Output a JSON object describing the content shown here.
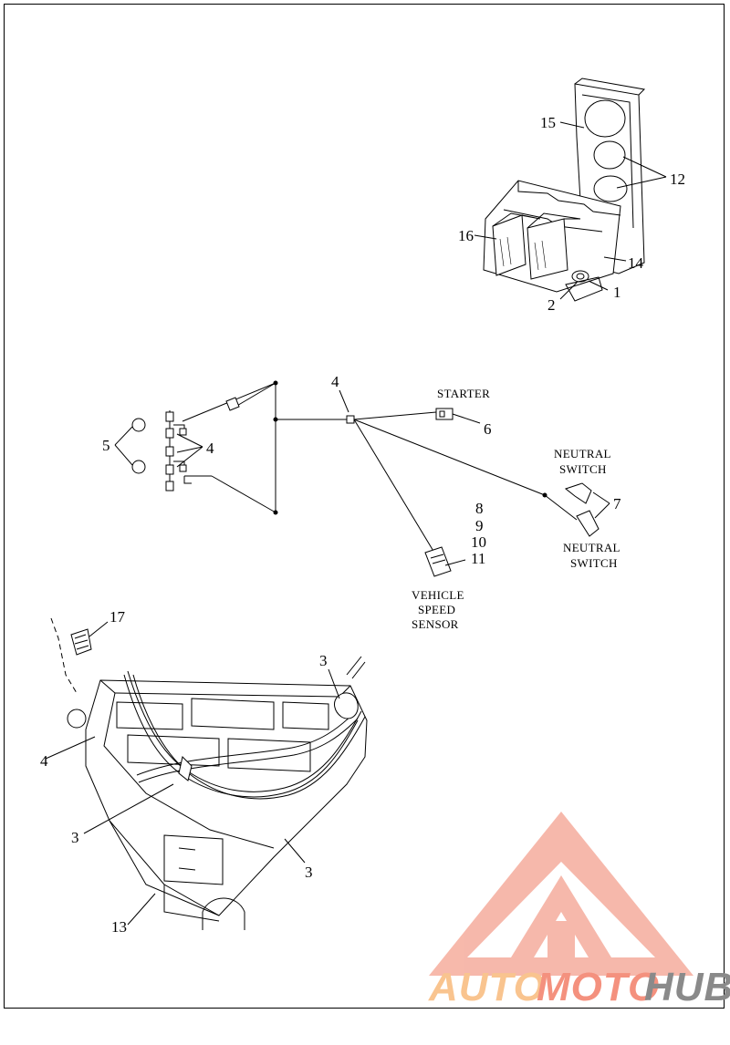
{
  "callouts": {
    "c1": "1",
    "c2": "2",
    "c3a": "3",
    "c3b": "3",
    "c3c": "3",
    "c4a": "4",
    "c4b": "4",
    "c4c": "4",
    "c5": "5",
    "c6": "6",
    "c7": "7",
    "c8": "8",
    "c9": "9",
    "c10": "10",
    "c11": "11",
    "c12": "12",
    "c13": "13",
    "c14": "14",
    "c15": "15",
    "c16": "16",
    "c17": "17"
  },
  "labels": {
    "starter": "STARTER",
    "neutral_switch_top_1": "NEUTRAL",
    "neutral_switch_top_2": "SWITCH",
    "neutral_switch_bottom_1": "NEUTRAL",
    "neutral_switch_bottom_2": "SWITCH",
    "vss_1": "VEHICLE",
    "vss_2": "SPEED",
    "vss_3": "SENSOR"
  },
  "watermark": {
    "part1": "AUTO",
    "part2": "MOTO",
    "part3": "HUB"
  },
  "colors": {
    "watermark_light": "#f7b7a8",
    "watermark_mid": "#f4917e",
    "watermark_orange": "#f9c48f",
    "watermark_grey": "#8a8a8a",
    "line": "#000000"
  }
}
